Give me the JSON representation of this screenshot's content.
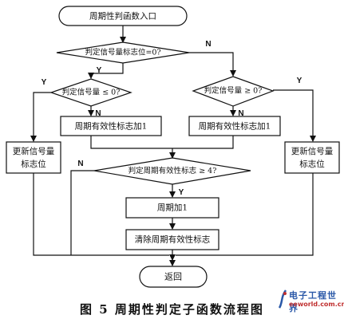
{
  "flowchart": {
    "entry": "周期性判函数入口",
    "decision_flag_zero": "判定信号量标志位=0?",
    "decision_le_zero": "判定信号量 ≤ 0?",
    "decision_ge_zero": "判定信号量 ≥ 0?",
    "inc_left": "周期有效性标志加1",
    "inc_right": "周期有效性标志加1",
    "update_left_line1": "更新信号量",
    "update_left_line2": "标志位",
    "update_right_line1": "更新信号量",
    "update_right_line2": "标志位",
    "decision_ge_four": "判定周期有效性标志 ≥ 4?",
    "period_inc": "周期加1",
    "clear_flag": "清除周期有效性标志",
    "return": "返回",
    "labels": {
      "y_main": "Y",
      "n_main": "N",
      "y_left": "Y",
      "n_left": "N",
      "n_right": "N",
      "y_right": "Y",
      "n_four": "N",
      "y_four": "Y"
    }
  },
  "caption": "图 5   周期性判定子函数流程图",
  "watermark": {
    "name": "电子工程世界",
    "url": "eeworld.com.cn"
  }
}
